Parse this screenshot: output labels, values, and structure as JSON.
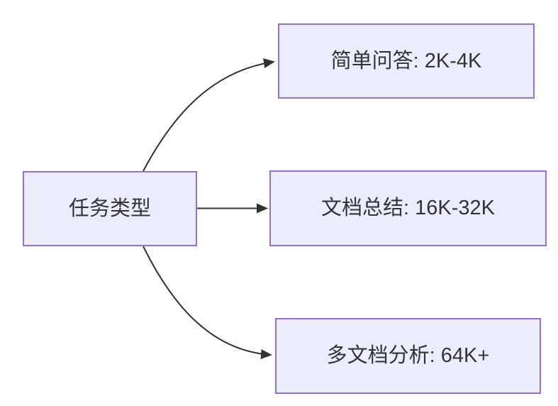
{
  "diagram": {
    "type": "flowchart",
    "direction": "left-to-right",
    "colors": {
      "background": "#FFFFFF",
      "node_fill": "#ECECFF",
      "node_border": "#9370DB",
      "edge_color": "#333333",
      "text_color": "#333333"
    },
    "root": {
      "id": "task-type",
      "label": "任务类型"
    },
    "branches": [
      {
        "id": "simple-qa",
        "label": "简单问答: 2K-4K"
      },
      {
        "id": "doc-summary",
        "label": "文档总结: 16K-32K"
      },
      {
        "id": "multi-doc-analysis",
        "label": "多文档分析: 64K+"
      }
    ],
    "edges": [
      {
        "from": "任务类型",
        "to": "简单问答: 2K-4K"
      },
      {
        "from": "任务类型",
        "to": "文档总结: 16K-32K"
      },
      {
        "from": "任务类型",
        "to": "多文档分析: 64K+"
      }
    ]
  }
}
